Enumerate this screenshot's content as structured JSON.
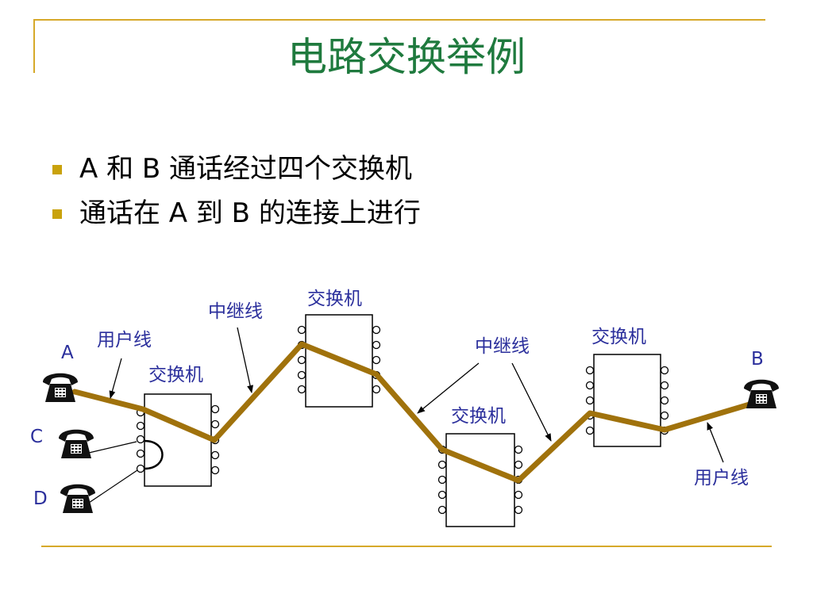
{
  "title": "电路交换举例",
  "bullets": [
    "A 和 B 通话经过四个交换机",
    "通话在 A 到 B 的连接上进行"
  ],
  "diagram": {
    "labels": {
      "switch": "交换机",
      "trunk_line": "中继线",
      "user_line": "用户线",
      "phone_a": "A",
      "phone_b": "B",
      "phone_c": "C",
      "phone_d": "D"
    },
    "colors": {
      "circuit": "#a0720c",
      "label": "#2b2f9c",
      "title": "#1f7a3e",
      "frame": "#d6a92a",
      "bullet": "#c9a20c"
    },
    "icons": [
      "telephone-icon"
    ]
  }
}
